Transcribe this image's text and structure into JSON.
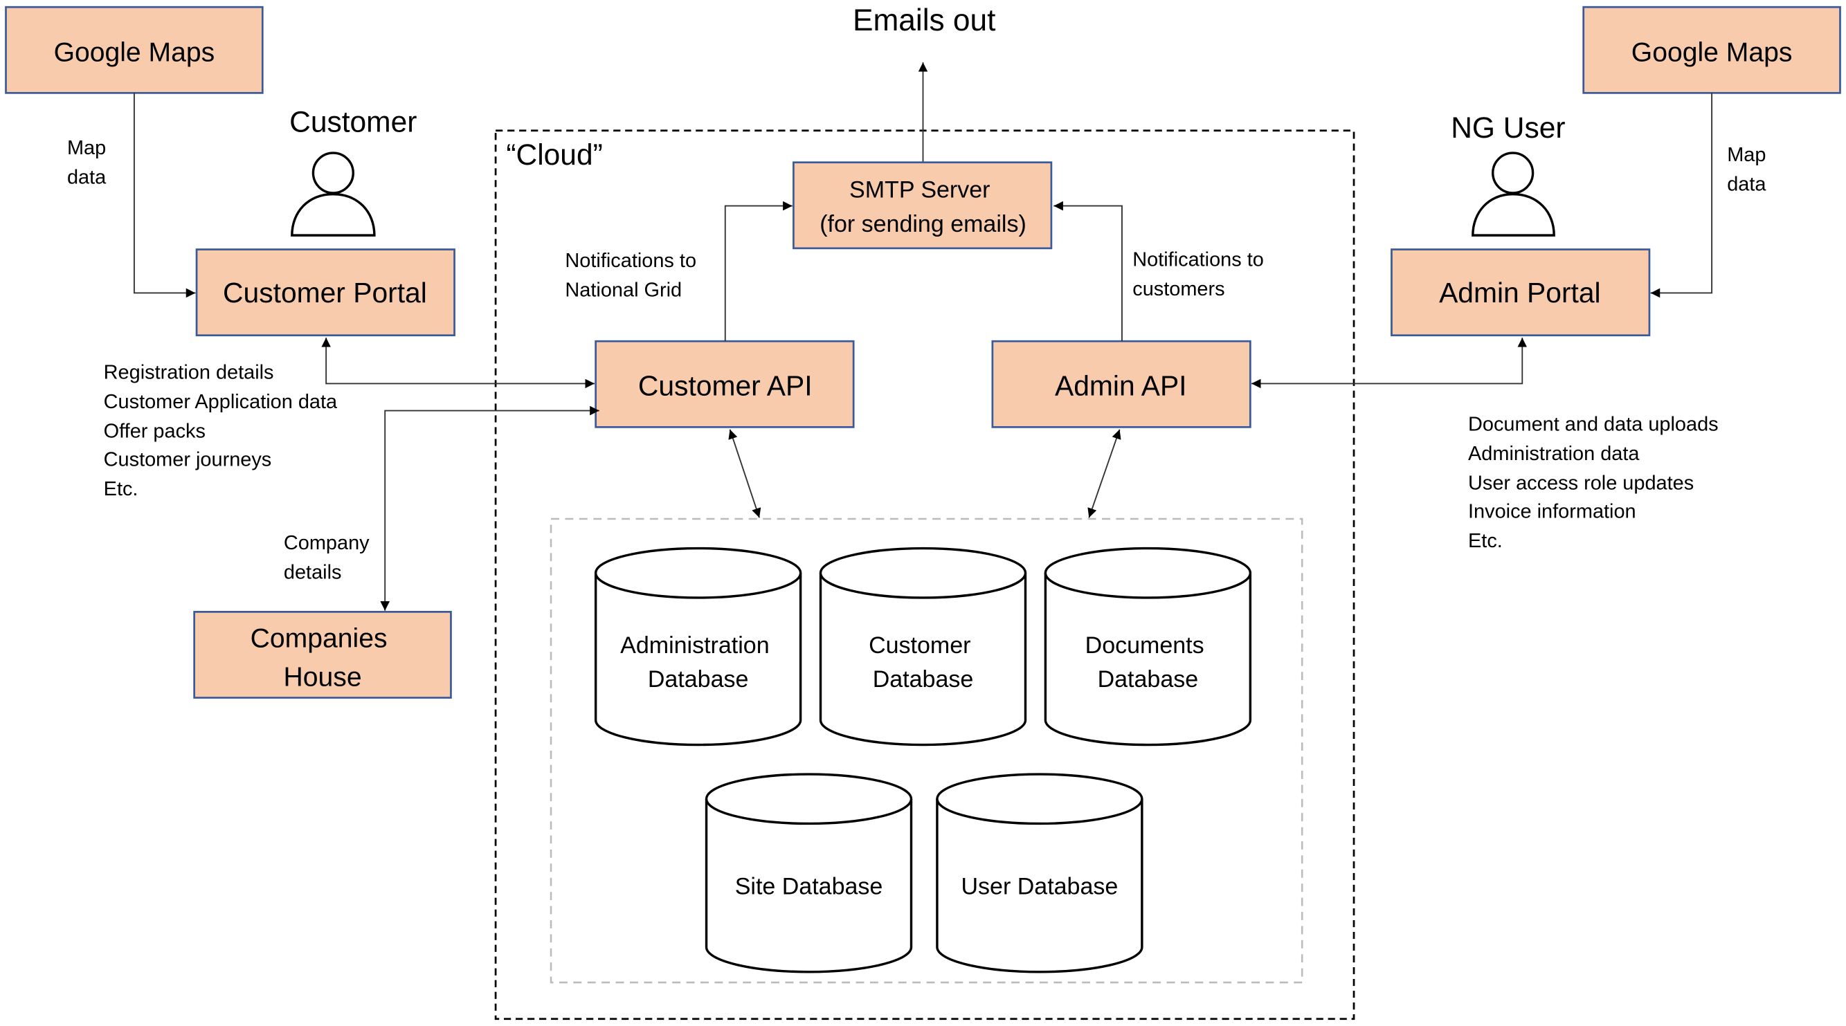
{
  "diagram": {
    "external": {
      "google_maps_left": "Google Maps",
      "google_maps_right": "Google Maps",
      "companies_house": [
        "Companies",
        "House"
      ],
      "emails_out": "Emails out"
    },
    "actors": {
      "customer": "Customer",
      "ng_user": "NG User"
    },
    "portals": {
      "customer_portal": "Customer Portal",
      "admin_portal": "Admin Portal"
    },
    "cloud": {
      "label": "“Cloud”",
      "smtp": [
        "SMTP Server",
        "(for sending emails)"
      ],
      "customer_api": "Customer API",
      "admin_api": "Admin API",
      "databases": [
        [
          "Administration",
          "Database"
        ],
        [
          "Customer",
          "Database"
        ],
        [
          "Documents",
          "Database"
        ],
        [
          "Site Database"
        ],
        [
          "User Database"
        ]
      ]
    },
    "edge_labels": {
      "map_data_left": [
        "Map",
        "data"
      ],
      "map_data_right": [
        "Map",
        "data"
      ],
      "notif_national_grid": [
        "Notifications to",
        "National Grid"
      ],
      "notif_customers": [
        "Notifications to",
        "customers"
      ],
      "company_details": [
        "Company",
        "details"
      ],
      "customer_flows": [
        "Registration details",
        "Customer Application data",
        "Offer packs",
        "Customer journeys",
        "Etc."
      ],
      "admin_flows": [
        "Document and data uploads",
        "Administration data",
        "User access role updates",
        "Invoice information",
        "Etc."
      ]
    }
  }
}
